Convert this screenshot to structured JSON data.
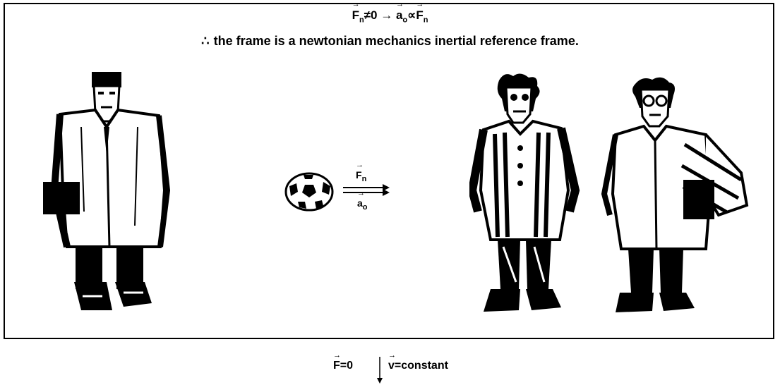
{
  "top_equation": {
    "lhs": "F",
    "lhs_sub": "n",
    "relation": "≠0",
    "arrow": "→",
    "accel": "a",
    "accel_sub": "o",
    "proportional": "∝",
    "rhs": "F",
    "rhs_sub": "n"
  },
  "statement": {
    "therefore_symbol": "∴",
    "text": "the frame is a newtonian mechanics inertial reference frame."
  },
  "ball_diagram": {
    "force_label": "F",
    "force_sub": "n",
    "accel_label": "a",
    "accel_sub": "o"
  },
  "bottom_equation": {
    "force": "F",
    "force_value": "=0",
    "velocity": "v",
    "velocity_value": "=constant"
  }
}
